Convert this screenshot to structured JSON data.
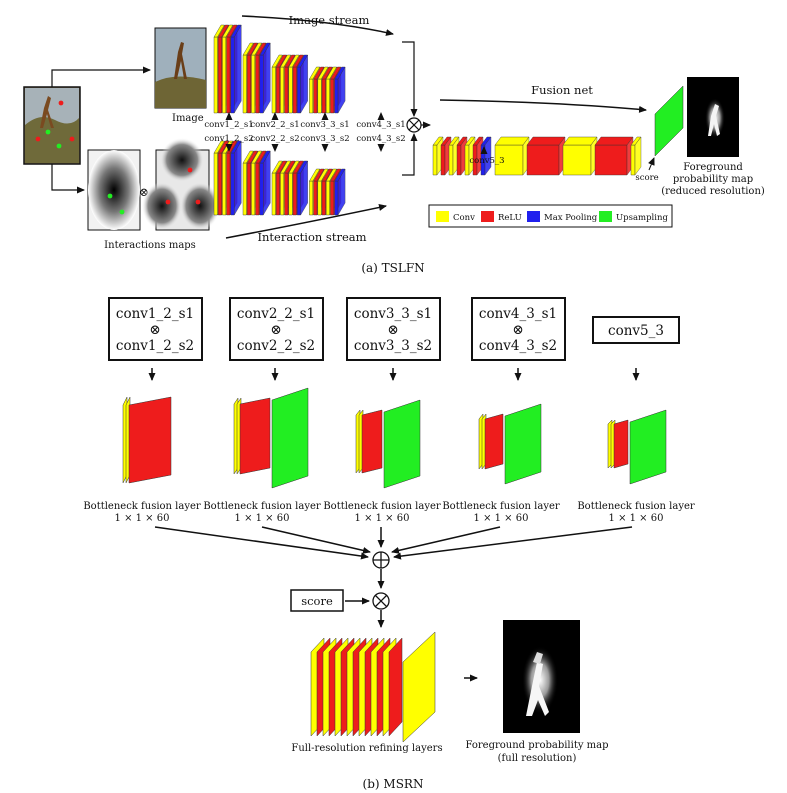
{
  "colors": {
    "conv": "#ffff00",
    "relu": "#ee1c1c",
    "maxpool": "#2020ee",
    "upsample": "#22ee22"
  },
  "tslfn": {
    "image_label": "Image",
    "image_stream": "Image stream",
    "interaction_stream": "Interaction stream",
    "interactions_maps": "Interactions maps",
    "fusion_net": "Fusion net",
    "score": "score",
    "conv5_3": "conv5_3",
    "output": [
      "Foreground",
      "probability map",
      "(reduced resolution)"
    ],
    "stream_labels_s1": [
      "conv1_2_s1",
      "conv2_2_s1",
      "conv3_3_s1",
      "conv4_3_s1"
    ],
    "stream_labels_s2": [
      "conv1_2_s2",
      "conv2_2_s2",
      "conv3_3_s2",
      "conv4_3_s2"
    ],
    "legend": [
      "Conv",
      "ReLU",
      "Max Pooling",
      "Upsampling"
    ],
    "caption": "(a)  TSLFN"
  },
  "msrn": {
    "boxes": [
      {
        "top": "conv1_2_s1",
        "mid": "⊗",
        "bottom": "conv1_2_s2"
      },
      {
        "top": "conv2_2_s1",
        "mid": "⊗",
        "bottom": "conv2_2_s2"
      },
      {
        "top": "conv3_3_s1",
        "mid": "⊗",
        "bottom": "conv3_3_s2"
      },
      {
        "top": "conv4_3_s1",
        "mid": "⊗",
        "bottom": "conv4_3_s2"
      },
      {
        "top": "conv5_3",
        "mid": "",
        "bottom": ""
      }
    ],
    "bottleneck_label": "Bottleneck fusion layer",
    "bottleneck_dims": "1 × 1 × 60",
    "score": "score",
    "refining": "Full-resolution refining layers",
    "output": [
      "Foreground probability map",
      "(full resolution)"
    ],
    "caption": "(b)  MSRN"
  },
  "symbols": {
    "otimes": "⊗",
    "oplus": "⊕"
  }
}
